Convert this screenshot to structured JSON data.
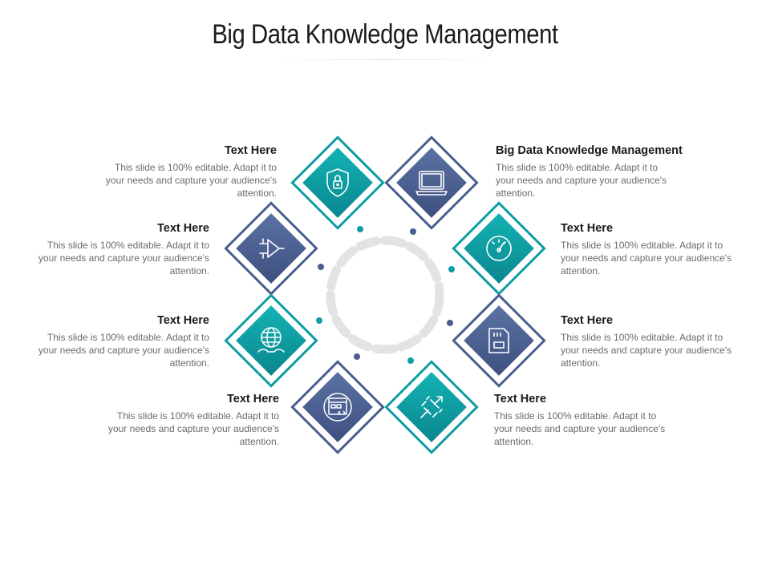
{
  "title": "Big Data Knowledge Management",
  "colors": {
    "teal": "#0e9ea3",
    "slate": "#4a5f8f",
    "ring": "#e3e3e3"
  },
  "items": [
    {
      "id": "top-left",
      "icon": "shield-lock-icon",
      "color": "teal",
      "heading": "Text Here",
      "body": "This slide is 100% editable. Adapt it to your needs and capture your audience's attention."
    },
    {
      "id": "top-right",
      "icon": "laptop-icon",
      "color": "slate",
      "heading": "Big Data Knowledge Management",
      "body": "This slide is 100% editable. Adapt it to your needs and capture your audience's attention."
    },
    {
      "id": "upper-left",
      "icon": "circuit-icon",
      "color": "slate",
      "heading": "Text Here",
      "body": "This slide is 100% editable. Adapt it to your needs and capture your audience's attention."
    },
    {
      "id": "upper-right",
      "icon": "gauge-icon",
      "color": "teal",
      "heading": "Text Here",
      "body": "This slide is 100% editable. Adapt it to your needs and capture your audience's attention."
    },
    {
      "id": "lower-left",
      "icon": "globe-wrench-icon",
      "color": "teal",
      "heading": "Text Here",
      "body": "This slide is 100% editable. Adapt it to your needs and capture your audience's attention."
    },
    {
      "id": "lower-right",
      "icon": "sd-card-icon",
      "color": "slate",
      "heading": "Text Here",
      "body": "This slide is 100% editable. Adapt it to your needs and capture your audience's attention."
    },
    {
      "id": "bottom-left",
      "icon": "web-code-icon",
      "color": "slate",
      "heading": "Text Here",
      "body": "This slide is 100% editable. Adapt it to your needs and capture your audience's attention."
    },
    {
      "id": "bottom-right",
      "icon": "broken-link-arrow-icon",
      "color": "teal",
      "heading": "Text Here",
      "body": "This slide is 100% editable. Adapt it to your needs and capture your audience's attention."
    }
  ]
}
